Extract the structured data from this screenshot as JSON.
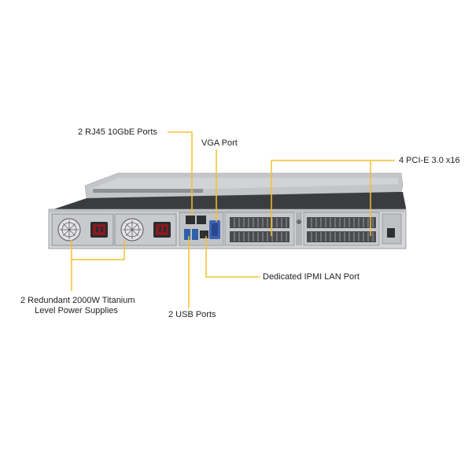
{
  "labels": {
    "rj45": "2 RJ45 10GbE Ports",
    "vga": "VGA Port",
    "pcie": "4 PCI-E 3.0 x16",
    "ipmi": "Dedicated IPMI  LAN Port",
    "psu_line1": "2 Redundant  2000W Titanium",
    "psu_line2": "Level Power Supplies",
    "usb": "2 USB Ports"
  },
  "colors": {
    "callout": "#f2c12e",
    "chassis_top": "#c8c9cb",
    "chassis_face": "#d6d7d9",
    "chassis_dark": "#3a3b3e"
  }
}
